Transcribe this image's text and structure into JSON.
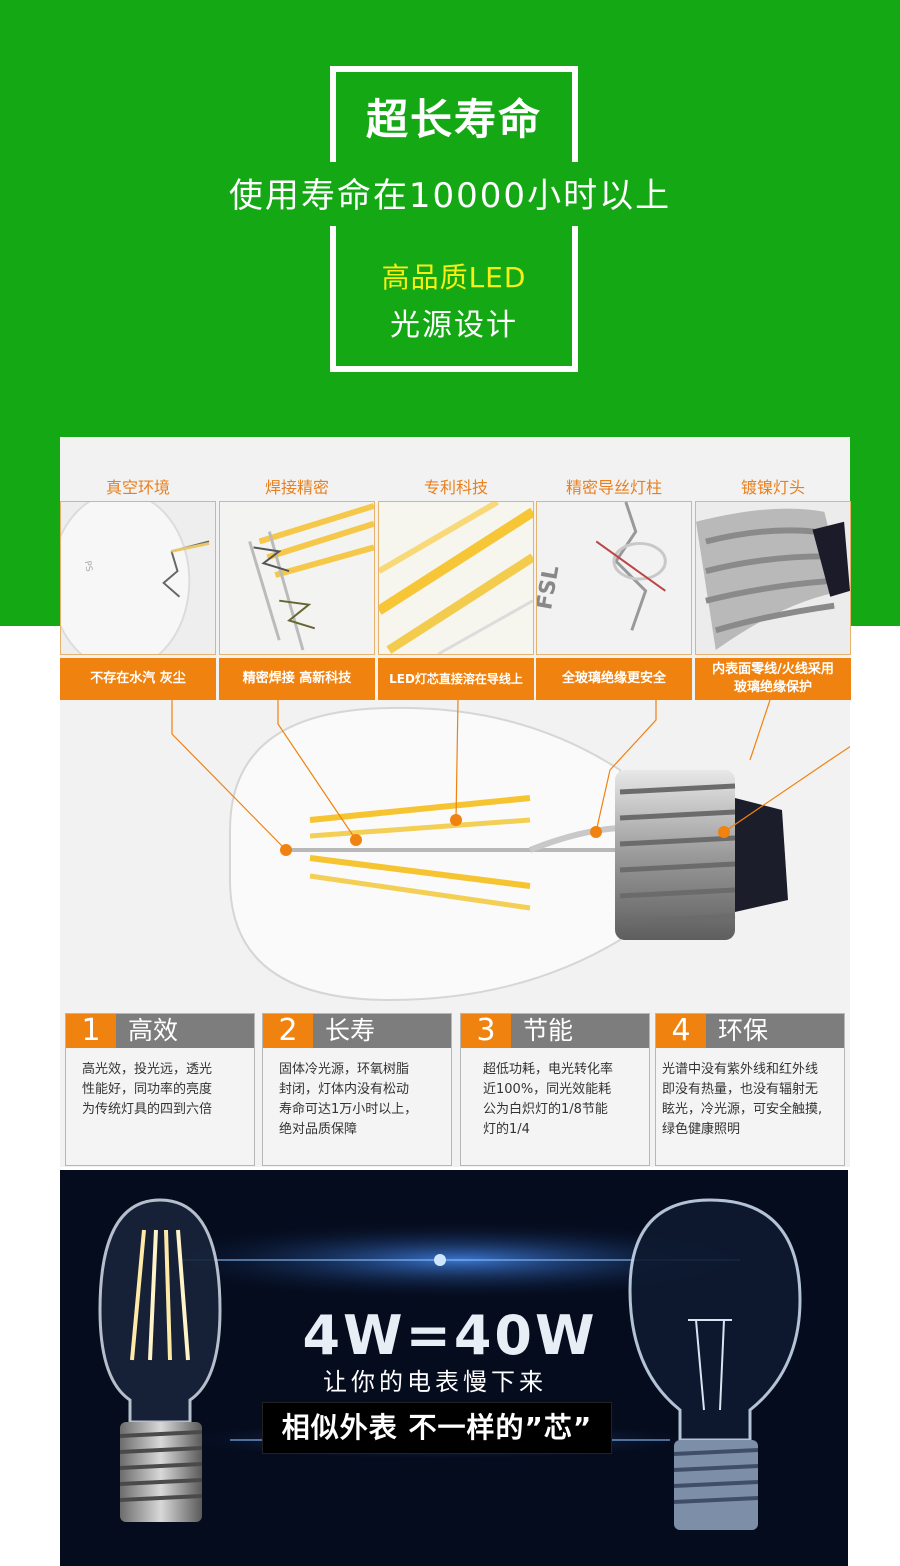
{
  "hero": {
    "title": "超长寿命",
    "subtitle": "使用寿命在10000小时以上",
    "quality_line1": "高品质LED",
    "quality_line2": "光源设计"
  },
  "details": [
    {
      "label": "真空环境",
      "caption": "不存在水汽 灰尘"
    },
    {
      "label": "焊接精密",
      "caption": "精密焊接 高新科技"
    },
    {
      "label": "专利科技",
      "caption": "LED灯芯直接溶在导线上"
    },
    {
      "label": "精密导丝灯柱",
      "caption": "全玻璃绝缘更安全"
    },
    {
      "label": "镀镍灯头",
      "caption_line1": "内表面零线/火线采用",
      "caption_line2": "玻璃绝缘保护"
    }
  ],
  "features": [
    {
      "num": "1",
      "title": "高效",
      "text": [
        "高光效，投光远，透光",
        "性能好，同功率的亮度",
        "为传统灯具的四到六倍"
      ]
    },
    {
      "num": "2",
      "title": "长寿",
      "text": [
        "固体冷光源，环氧树脂",
        "封闭，灯体内没有松动",
        "寿命可达1万小时以上，",
        "绝对品质保障"
      ]
    },
    {
      "num": "3",
      "title": "节能",
      "text": [
        "超低功耗，电光转化率",
        "近100%，同光效能耗",
        "公为白炽灯的1/8节能",
        "灯的1/4"
      ]
    },
    {
      "num": "4",
      "title": "环保",
      "text": [
        "光谱中没有紫外线和红外线",
        "即没有热量，也没有辐射无",
        "眩光，冷光源，可安全触摸,",
        "绿色健康照明"
      ]
    }
  ],
  "banner": {
    "headline": "4W=40W",
    "tagline": "让你的电表慢下来",
    "slogan": "相似外表 不一样的”芯”"
  },
  "colors": {
    "green": "#14a814",
    "orange": "#f0820f",
    "yellow": "#f5ef16",
    "gray_header": "#7d7d7d",
    "dark_banner": "#050c1e"
  }
}
